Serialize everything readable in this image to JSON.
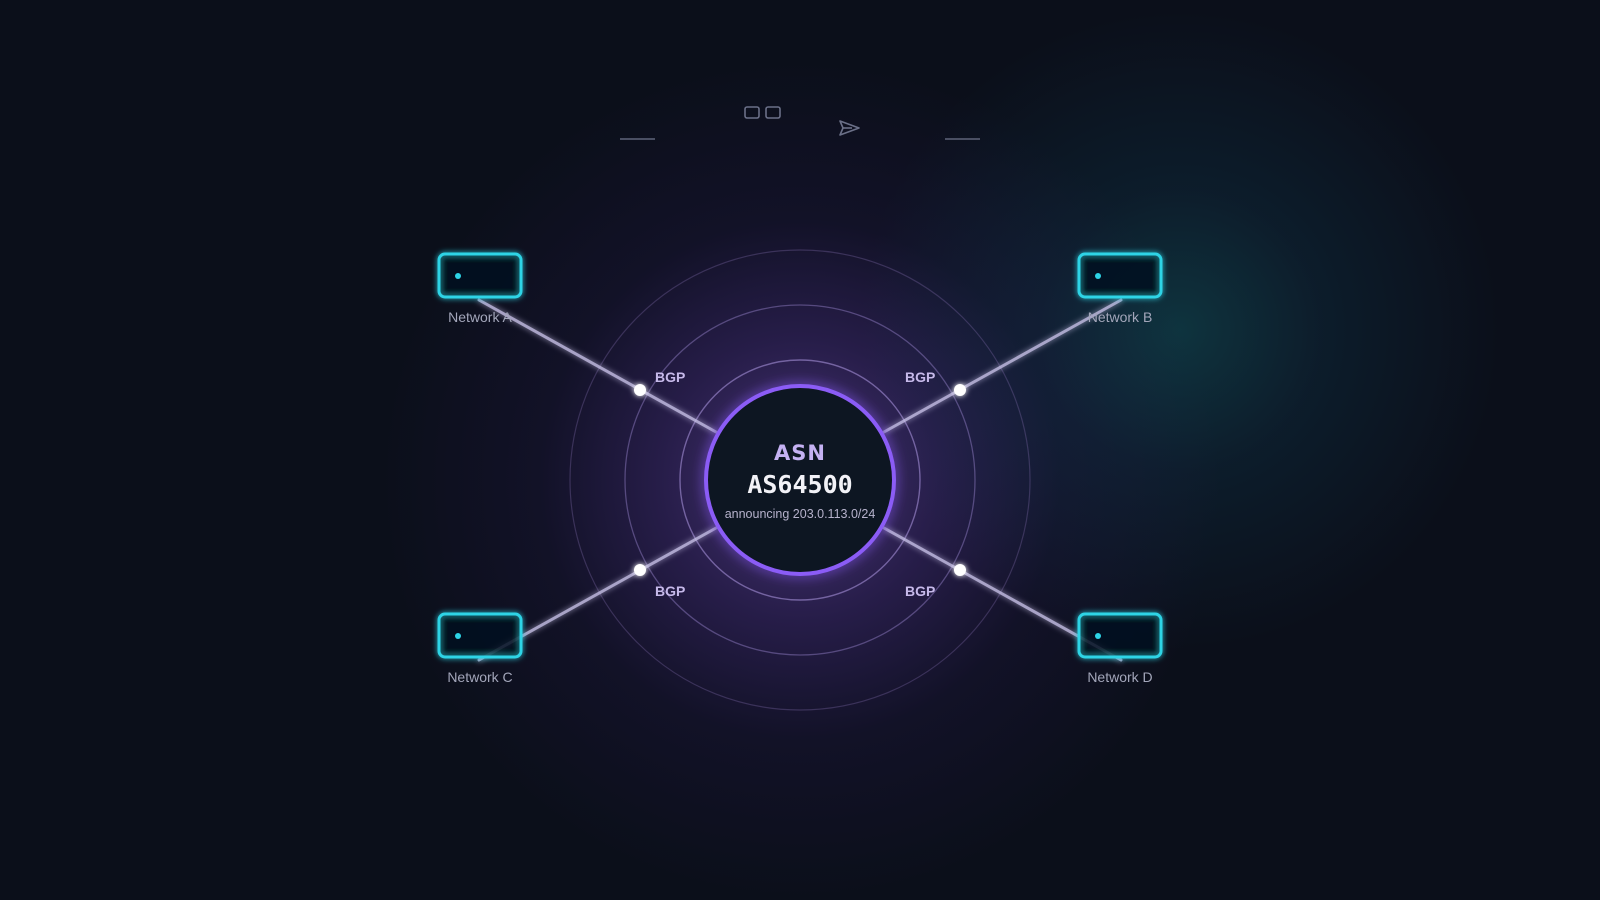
{
  "hub": {
    "kicker": "ASN",
    "asn": "AS64500",
    "announcement": "announcing 203.0.113.0/24"
  },
  "networks": [
    {
      "label": "Network A"
    },
    {
      "label": "Network B"
    },
    {
      "label": "Network C"
    },
    {
      "label": "Network D"
    }
  ],
  "links": [
    {
      "protocol": "BGP"
    },
    {
      "protocol": "BGP"
    },
    {
      "protocol": "BGP"
    },
    {
      "protocol": "BGP"
    }
  ],
  "colors": {
    "background": "#0b0f1a",
    "hub_ring": "#8b5cf6",
    "network_box": "#2dd4e6",
    "link": "#c8c2e8"
  },
  "icons": {
    "top_left": "window-pair-icon",
    "top_right": "paper-plane-icon"
  }
}
